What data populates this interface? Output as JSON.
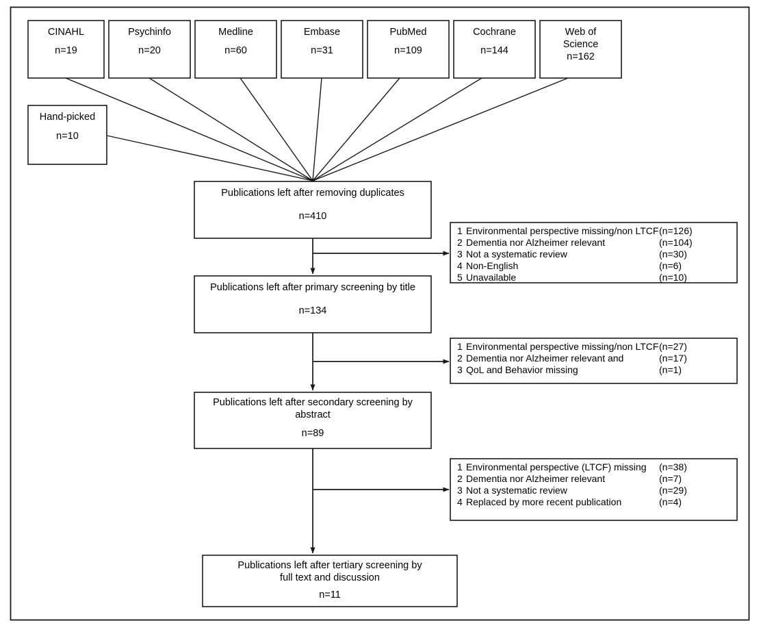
{
  "diagram": {
    "title": "PRISMA study selection flow diagram",
    "type": "flowchart",
    "stroke_color": "#1a1a1a",
    "background_color": "#ffffff"
  },
  "sources": [
    {
      "label": "CINAHL",
      "label2": "",
      "n": "n=19"
    },
    {
      "label": "Psychinfo",
      "label2": "",
      "n": "n=20"
    },
    {
      "label": "Medline",
      "label2": "",
      "n": "n=60"
    },
    {
      "label": "Embase",
      "label2": "",
      "n": "n=31"
    },
    {
      "label": "PubMed",
      "label2": "",
      "n": "n=109"
    },
    {
      "label": "Cochrane",
      "label2": "",
      "n": "n=144"
    },
    {
      "label": "Web of",
      "label2": "Science",
      "n": "n=162"
    }
  ],
  "handpicked": {
    "label": "Hand-picked",
    "n": "n=10"
  },
  "stages": [
    {
      "id": "duplicates",
      "line1": "Publications left after removing duplicates",
      "line2": "",
      "n": "n=410"
    },
    {
      "id": "primary",
      "line1": "Publications left after primary screening by title",
      "line2": "",
      "n": "n=134"
    },
    {
      "id": "secondary",
      "line1": "Publications left after secondary screening by",
      "line2": "abstract",
      "n": "n=89"
    },
    {
      "id": "tertiary",
      "line1": "Publications left after tertiary screening by",
      "line2": "full text and discussion",
      "n": "n=11"
    }
  ],
  "exclusions": [
    {
      "id": "exclusions-primary",
      "items": [
        {
          "num": "1",
          "reason": "Environmental perspective missing/non LTCF",
          "count": "(n=126)"
        },
        {
          "num": "2",
          "reason": "Dementia nor Alzheimer relevant",
          "count": "(n=104)"
        },
        {
          "num": "3",
          "reason": "Not a systematic review",
          "count": "(n=30)"
        },
        {
          "num": "4",
          "reason": "Non-English",
          "count": "(n=6)"
        },
        {
          "num": "5",
          "reason": "Unavailable",
          "count": "(n=10)"
        }
      ]
    },
    {
      "id": "exclusions-secondary",
      "items": [
        {
          "num": "1",
          "reason": "Environmental perspective missing/non LTCF",
          "count": "(n=27)"
        },
        {
          "num": "2",
          "reason": "Dementia nor Alzheimer relevant and",
          "count": "(n=17)"
        },
        {
          "num": "3",
          "reason": "QoL and Behavior missing",
          "count": "(n=1)"
        }
      ]
    },
    {
      "id": "exclusions-tertiary",
      "items": [
        {
          "num": "1",
          "reason": "Environmental perspective (LTCF) missing",
          "count": "(n=38)"
        },
        {
          "num": "2",
          "reason": "Dementia nor Alzheimer relevant",
          "count": "(n=7)"
        },
        {
          "num": "3",
          "reason": "Not a systematic review",
          "count": "(n=29)"
        },
        {
          "num": "4",
          "reason": "Replaced by more recent publication",
          "count": "(n=4)"
        }
      ]
    }
  ]
}
